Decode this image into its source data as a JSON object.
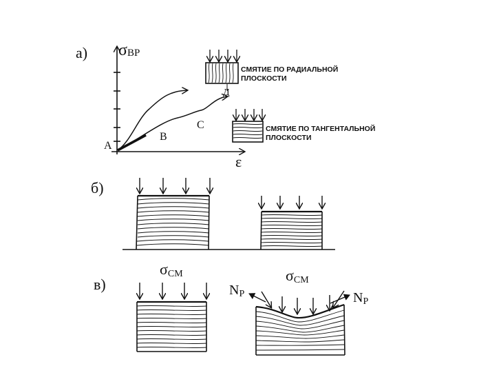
{
  "panel_a": {
    "label": "а)",
    "y_axis": {
      "symbol": "σ",
      "sub": "ВР"
    },
    "x_axis": {
      "symbol": "ε"
    },
    "points": {
      "A": "А",
      "B": "В",
      "C": "С",
      "D": "Д"
    },
    "radial": {
      "line1": "СМЯТИЕ ПО РАДИАЛЬНОЙ",
      "line2": "ПЛОСКОСТИ"
    },
    "tangential": {
      "line1": "СМЯТИЕ ПО ТАНГЕНТАЛЬНОЙ",
      "line2": "ПЛОСКОСТИ"
    }
  },
  "panel_b": {
    "label": "б)"
  },
  "panel_v": {
    "label": "в)",
    "stress_left": {
      "symbol": "σ",
      "sub": "СМ"
    },
    "stress_right": {
      "symbol": "σ",
      "sub": "СМ"
    },
    "force_left": {
      "symbol": "N",
      "sub": "Р"
    },
    "force_right": {
      "symbol": "N",
      "sub": "Р"
    }
  },
  "colors": {
    "ink": "#111111",
    "paper": "#ffffff"
  }
}
